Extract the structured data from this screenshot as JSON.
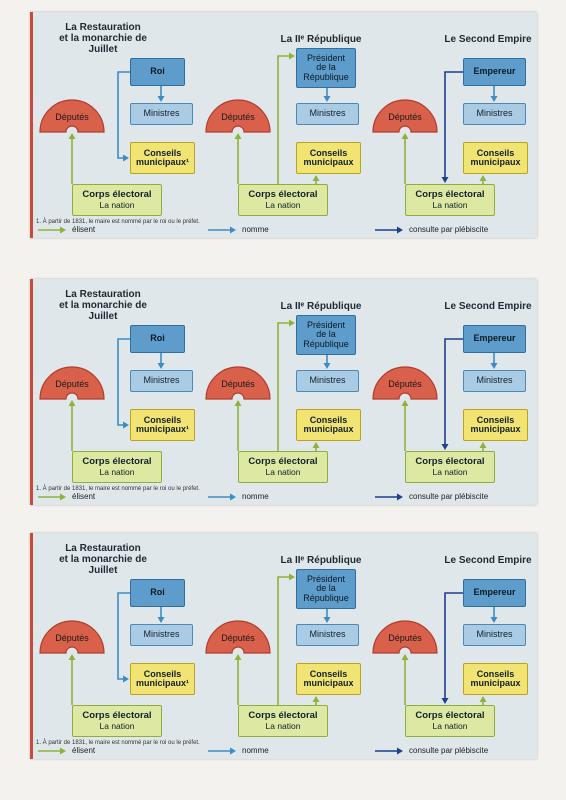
{
  "panels": [
    {
      "columns": [
        {
          "title": "La Restauration\net la monarchie de Juillet",
          "head": "Roi",
          "ministers": "Ministres",
          "deputies": "Députés",
          "councils": "Conseils\nmunicipaux¹",
          "electorate": "Corps électoral",
          "nation": "La nation"
        },
        {
          "title": "La IIᵉ République",
          "head": "Président\nde la\nRépublique",
          "ministers": "Ministres",
          "deputies": "Députés",
          "councils": "Conseils\nmunicipaux",
          "electorate": "Corps électoral",
          "nation": "La nation"
        },
        {
          "title": "Le Second Empire",
          "head": "Empereur",
          "ministers": "Ministres",
          "deputies": "Députés",
          "councils": "Conseils\nmunicipaux",
          "electorate": "Corps électoral",
          "nation": "La nation"
        }
      ],
      "footnote": "1. À partir de 1831, le maire est nommé par le roi ou le préfet.",
      "legend": {
        "elect": "élisent",
        "name": "nomme",
        "consult": "consulte par plébiscite"
      }
    },
    {
      "columns": [
        {
          "title": "La Restauration\net la monarchie de Juillet",
          "head": "Roi",
          "ministers": "Ministres",
          "deputies": "Députés",
          "councils": "Conseils\nmunicipaux¹",
          "electorate": "Corps électoral",
          "nation": "La nation"
        },
        {
          "title": "La IIᵉ République",
          "head": "Président\nde la\nRépublique",
          "ministers": "Ministres",
          "deputies": "Députés",
          "councils": "Conseils\nmunicipaux",
          "electorate": "Corps électoral",
          "nation": "La nation"
        },
        {
          "title": "Le Second Empire",
          "head": "Empereur",
          "ministers": "Ministres",
          "deputies": "Députés",
          "councils": "Conseils\nmunicipaux",
          "electorate": "Corps électoral",
          "nation": "La nation"
        }
      ],
      "footnote": "1. À partir de 1831, le maire est nommé par le roi ou le préfet.",
      "legend": {
        "elect": "élisent",
        "name": "nomme",
        "consult": "consulte par plébiscite"
      }
    },
    {
      "columns": [
        {
          "title": "La Restauration\net la monarchie de Juillet",
          "head": "Roi",
          "ministers": "Ministres",
          "deputies": "Députés",
          "councils": "Conseils\nmunicipaux¹",
          "electorate": "Corps électoral",
          "nation": "La nation"
        },
        {
          "title": "La IIᵉ République",
          "head": "Président\nde la\nRépublique",
          "ministers": "Ministres",
          "deputies": "Députés",
          "councils": "Conseils\nmunicipaux",
          "electorate": "Corps électoral",
          "nation": "La nation"
        },
        {
          "title": "Le Second Empire",
          "head": "Empereur",
          "ministers": "Ministres",
          "deputies": "Députés",
          "councils": "Conseils\nmunicipaux",
          "electorate": "Corps électoral",
          "nation": "La nation"
        }
      ],
      "footnote": "1. À partir de 1831, le maire est nommé par le roi ou le préfet.",
      "legend": {
        "elect": "élisent",
        "name": "nomme",
        "consult": "consulte par plébiscite"
      }
    }
  ],
  "colors": {
    "elect_arrow": "#8fb33a",
    "name_arrow": "#3d8cc4",
    "consult_arrow": "#1f3f8f",
    "dome_fill": "#d9604a",
    "dome_stroke": "#b13c2b"
  }
}
